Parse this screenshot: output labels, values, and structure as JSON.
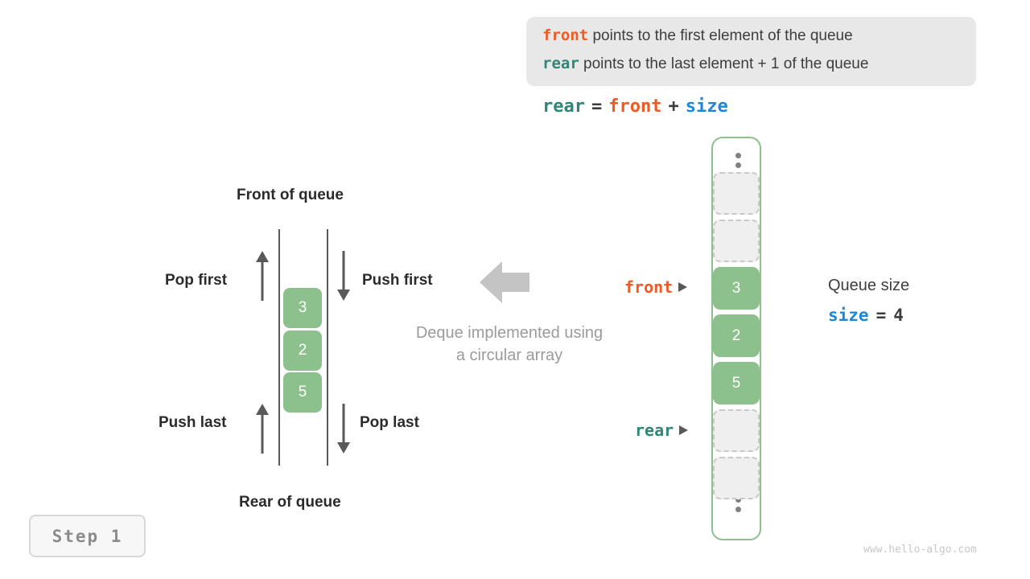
{
  "info_box": {
    "line1": {
      "keyword": "front",
      "text": "points to the first element of the queue"
    },
    "line2": {
      "keyword": "rear",
      "text": "points to the last element + 1 of the queue"
    }
  },
  "formula": {
    "lhs": "rear",
    "eq": "=",
    "rhs1": "front",
    "plus": "+",
    "rhs2": "size"
  },
  "deque_diagram": {
    "top_label": "Front of queue",
    "bottom_label": "Rear of queue",
    "pop_first": "Pop first",
    "push_first": "Push first",
    "push_last": "Push last",
    "pop_last": "Pop last",
    "cells": [
      "3",
      "2",
      "5"
    ],
    "caption_line1": "Deque implemented using",
    "caption_line2": "a circular array"
  },
  "circular_array": {
    "slots": [
      {
        "value": "",
        "filled": false
      },
      {
        "value": "",
        "filled": false
      },
      {
        "value": "3",
        "filled": true
      },
      {
        "value": "2",
        "filled": true
      },
      {
        "value": "5",
        "filled": true
      },
      {
        "value": "",
        "filled": false
      },
      {
        "value": "",
        "filled": false
      }
    ],
    "pointer_front": "front",
    "pointer_rear": "rear"
  },
  "queue_size": {
    "title": "Queue size",
    "var": "size",
    "eq": "=",
    "value": "4"
  },
  "step_badge": "Step 1",
  "watermark": "www.hello-algo.com",
  "colors": {
    "front": "#ec5b26",
    "rear": "#2f8576",
    "size": "#1e87d6",
    "cell_green": "#8cc08c",
    "container_green": "#8cc08c",
    "gray_arrow": "#c4c4c4"
  }
}
